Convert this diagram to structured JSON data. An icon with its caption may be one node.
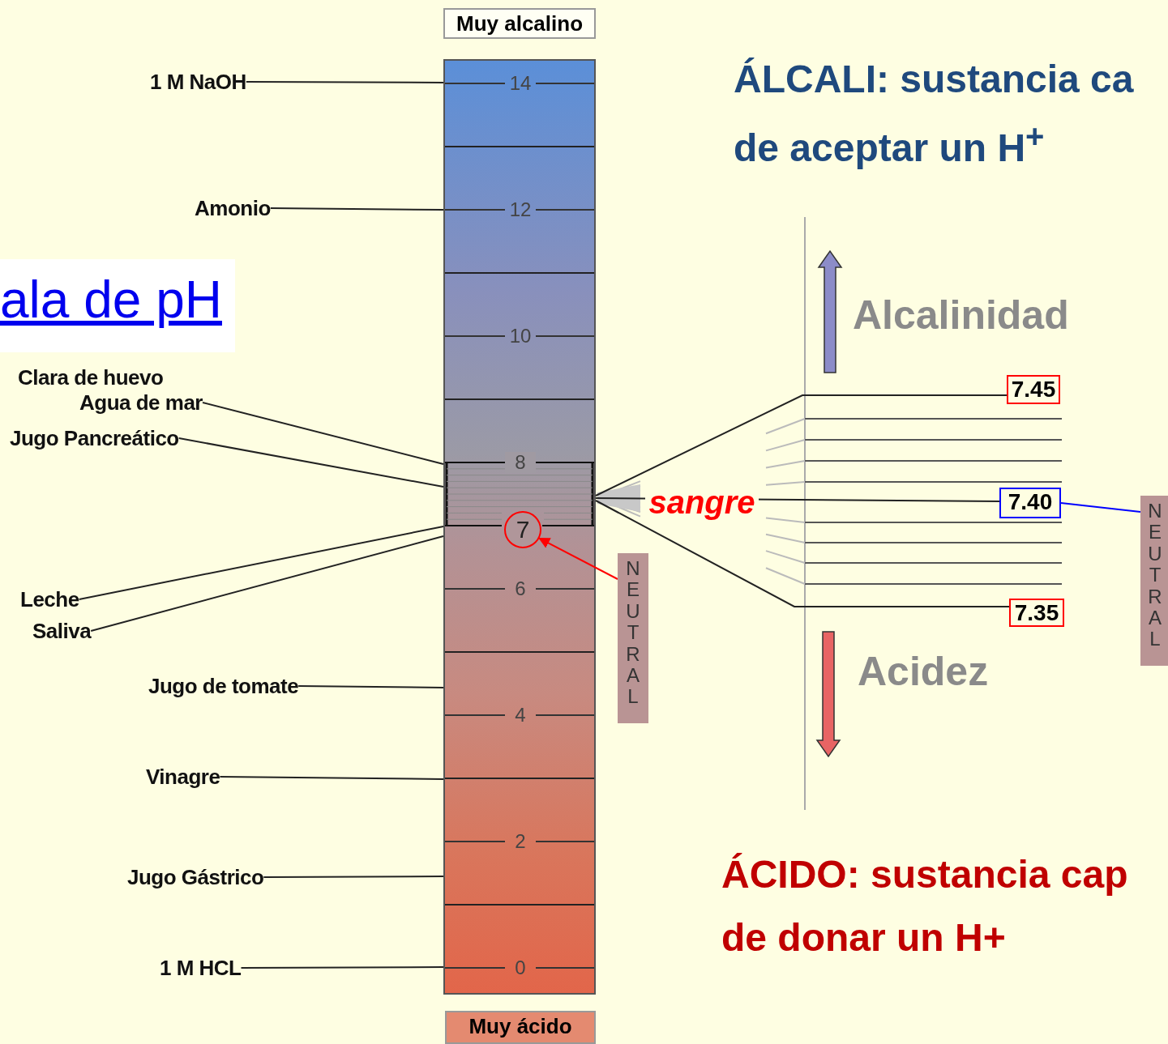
{
  "diagram": {
    "title": "ala de pH",
    "nodes": [
      {
        "text": [
          "Muy alcalino"
        ]
      },
      {
        "text": [],
        "shape": "bar"
      },
      {
        "text": [
          "1 M NaOH"
        ]
      },
      {
        "text": [
          "Amonio"
        ]
      },
      {
        "text": [
          "Agua de mar"
        ]
      },
      {
        "text": [
          "Jugo Pancreático"
        ]
      },
      {
        "text": [
          "Leche"
        ]
      },
      {
        "text": [
          "Saliva"
        ]
      },
      {
        "text": [
          "Jugo de tomate"
        ]
      },
      {
        "text": [
          "Vinagre"
        ]
      },
      {
        "text": [
          "Jugo Gástrico"
        ]
      },
      {
        "text": [
          "1 M HCL"
        ]
      },
      {
        "text": [
          "Muy ácido"
        ]
      },
      {
        "text": [
          "7"
        ],
        "in": 1
      },
      {
        "text": [
          "NEUTRAL"
        ]
      },
      {
        "text": [
          "7.45"
        ]
      },
      {
        "text": [
          "7.40"
        ]
      },
      {
        "text": [
          "7.35"
        ]
      },
      {
        "text": [
          "NEUTRAL"
        ]
      }
    ],
    "edges": [
      {
        "from": 2,
        "to": 1,
        "arrow": "none"
      },
      {
        "from": 3,
        "to": 1,
        "arrow": "none"
      },
      {
        "from": 4,
        "to": 1,
        "arrow": "none"
      },
      {
        "from": 5,
        "to": 1,
        "arrow": "none"
      },
      {
        "from": 6,
        "to": 1,
        "arrow": "none"
      },
      {
        "from": 7,
        "to": 1,
        "arrow": "none"
      },
      {
        "from": 8,
        "to": 1,
        "arrow": "none"
      },
      {
        "from": 9,
        "to": 1,
        "arrow": "none"
      },
      {
        "from": 10,
        "to": 1,
        "arrow": "none"
      },
      {
        "from": 11,
        "to": 1,
        "arrow": "none"
      },
      {
        "from": 14,
        "to": 13,
        "arrow": "to",
        "color": "#ff0000"
      },
      {
        "from": 1,
        "to": 15,
        "arrow": "none"
      },
      {
        "from": 1,
        "to": 16,
        "arrow": "none",
        "label": "sangre"
      },
      {
        "from": 1,
        "to": 17,
        "arrow": "none"
      },
      {
        "from": 16,
        "to": 18,
        "arrow": "none",
        "color": "#0000ff"
      }
    ],
    "labels": [
      "ÁLCALI: sustancia ca",
      "de aceptar un H$^{+}$",
      "14",
      "12",
      "Alcalinidad",
      "10",
      "Clara de huevo",
      "8",
      "Acidez",
      "6",
      "4",
      "2",
      "ÁCIDO: sustancia cap",
      "de donar un H+",
      "0"
    ]
  }
}
